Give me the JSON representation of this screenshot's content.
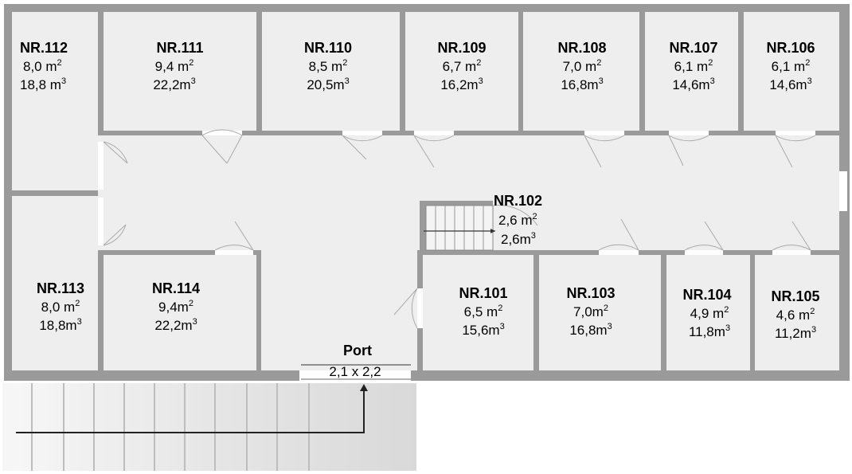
{
  "rooms": {
    "r112": {
      "name": "NR.112",
      "area": "8,0 m",
      "volume": "18,8 m",
      "exp": "2",
      "exp3": "3"
    },
    "r111": {
      "name": "NR.111",
      "area": "9,4 m",
      "volume": "22,2m",
      "exp": "2",
      "exp3": "3"
    },
    "r110": {
      "name": "NR.110",
      "area": "8,5 m",
      "volume": "20,5m",
      "exp": "2",
      "exp3": "3"
    },
    "r109": {
      "name": "NR.109",
      "area": "6,7 m",
      "volume": "16,2m",
      "exp": "2",
      "exp3": "3"
    },
    "r108": {
      "name": "NR.108",
      "area": "7,0 m",
      "volume": "16,8m",
      "exp": "2",
      "exp3": "3"
    },
    "r107": {
      "name": "NR.107",
      "area": "6,1 m",
      "volume": "14,6m",
      "exp": "2",
      "exp3": "3"
    },
    "r106": {
      "name": "NR.106",
      "area": "6,1 m",
      "volume": "14,6m",
      "exp": "2",
      "exp3": "3"
    },
    "r102": {
      "name": "NR.102",
      "area": "2,6 m",
      "volume": "2,6m",
      "exp": "2",
      "exp3": "3"
    },
    "r113": {
      "name": "NR.113",
      "area": "8,0 m",
      "volume": "18,8m",
      "exp": "2",
      "exp3": "3"
    },
    "r114": {
      "name": "NR.114",
      "area": "9,4m",
      "volume": "22,2m",
      "exp": "2",
      "exp3": "3"
    },
    "r101": {
      "name": "NR.101",
      "area": "6,5 m",
      "volume": "15,6m",
      "exp": "2",
      "exp3": "3"
    },
    "r103": {
      "name": "NR.103",
      "area": "7,0m",
      "volume": "16,8m",
      "exp": "2",
      "exp3": "3"
    },
    "r104": {
      "name": "NR.104",
      "area": "4,9 m",
      "volume": "11,8m",
      "exp": "2",
      "exp3": "3"
    },
    "r105": {
      "name": "NR.105",
      "area": "4,6 m",
      "volume": "11,2m",
      "exp": "2",
      "exp3": "3"
    }
  },
  "port": {
    "label": "Port",
    "size": "2,1 x 2,2"
  },
  "colors": {
    "wall": "#9a9a9a",
    "floor": "#eeeeee",
    "door": "#ffffff"
  }
}
